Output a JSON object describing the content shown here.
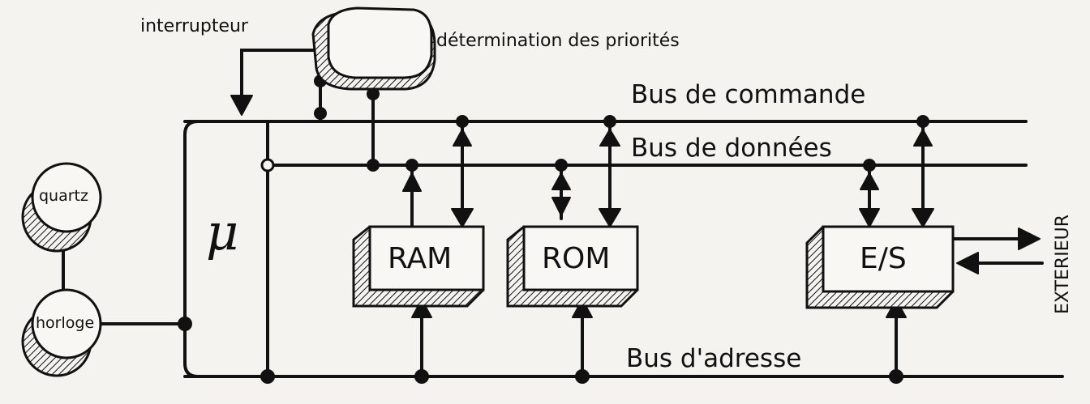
{
  "labels": {
    "interrupteur": "interrupteur",
    "priorites": "détermination des priorités",
    "bus_commande": "Bus de commande",
    "bus_donnees": "Bus de données",
    "bus_adresse": "Bus d'adresse",
    "quartz": "quartz",
    "horloge": "horloge",
    "mu": "μ",
    "ram": "RAM",
    "rom": "ROM",
    "es": "E/S",
    "exterieur": "EXTERIEUR"
  },
  "colors": {
    "ink": "#111111",
    "paper": "#f4f3ef",
    "box_fill": "#f8f7f3"
  }
}
